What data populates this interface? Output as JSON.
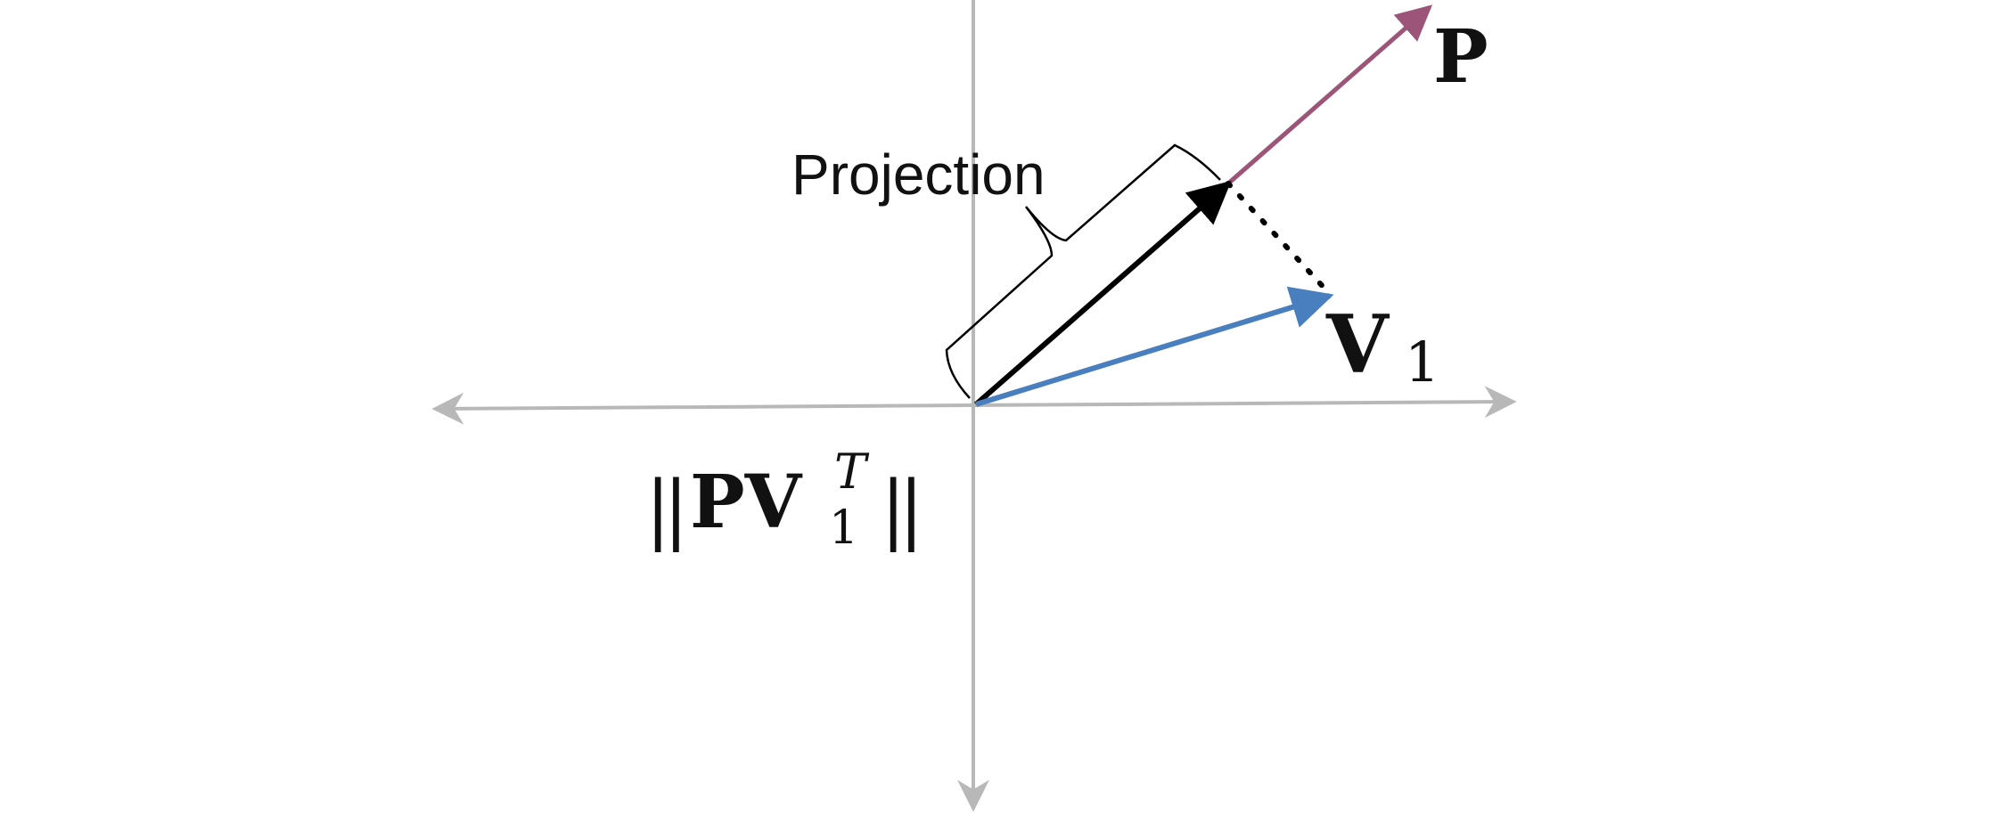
{
  "labels": {
    "vector_p": "P",
    "vector_v": "V",
    "vector_v_subscript": "1",
    "projection": "Projection",
    "formula": {
      "left_bars": "||",
      "main": "PV",
      "superscript": "T",
      "subscript": "1",
      "right_bars": "||"
    }
  },
  "colors": {
    "axis": "#b8b8b8",
    "vector_p": "#9c5478",
    "vector_v": "#4a7fbf",
    "projection_vector": "#000000",
    "bracket": "#000000",
    "dotted_line": "#000000"
  }
}
